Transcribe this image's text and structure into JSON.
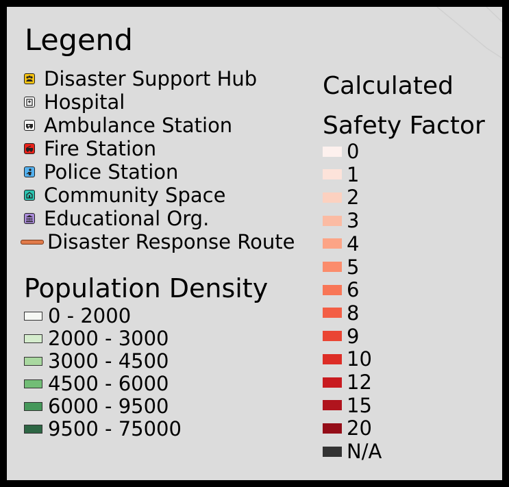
{
  "legend": {
    "title": "Legend",
    "poi_items": [
      {
        "label": "Disaster Support Hub",
        "icon": "support-hub-icon",
        "color": "#f5c211"
      },
      {
        "label": "Hospital",
        "icon": "hospital-icon",
        "color": "#f4f4f4"
      },
      {
        "label": "Ambulance Station",
        "icon": "ambulance-icon",
        "color": "#f4f4f4"
      },
      {
        "label": "Fire Station",
        "icon": "fire-truck-icon",
        "color": "#e8221a"
      },
      {
        "label": "Police Station",
        "icon": "police-icon",
        "color": "#52b0ef"
      },
      {
        "label": "Community Space",
        "icon": "community-icon",
        "color": "#2dc3b0"
      },
      {
        "label": "Educational Org.",
        "icon": "education-icon",
        "color": "#a98ad8"
      }
    ],
    "route": {
      "label": "Disaster Response Route",
      "color": "#e07a4a"
    }
  },
  "population_density": {
    "title": "Population Density",
    "classes": [
      {
        "label": "0 - 2000",
        "color": "#f6f8f4"
      },
      {
        "label": "2000 - 3000",
        "color": "#d5eccd"
      },
      {
        "label": "3000 - 4500",
        "color": "#a9d8a0"
      },
      {
        "label": "4500 - 6000",
        "color": "#72bd76"
      },
      {
        "label": "6000 - 9500",
        "color": "#45975a"
      },
      {
        "label": "9500 - 75000",
        "color": "#2d6644"
      }
    ]
  },
  "safety_factor": {
    "title_line1": "Calculated",
    "title_line2": "Safety Factor",
    "classes": [
      {
        "label": "0",
        "color": "#fdf1ee"
      },
      {
        "label": "1",
        "color": "#fde3da"
      },
      {
        "label": "2",
        "color": "#fcd1c0"
      },
      {
        "label": "3",
        "color": "#fbbba3"
      },
      {
        "label": "4",
        "color": "#fca486"
      },
      {
        "label": "5",
        "color": "#fb8c6c"
      },
      {
        "label": "6",
        "color": "#f87657"
      },
      {
        "label": "8",
        "color": "#f35e45"
      },
      {
        "label": "9",
        "color": "#ea4533"
      },
      {
        "label": "10",
        "color": "#dd2d26"
      },
      {
        "label": "12",
        "color": "#c81b20"
      },
      {
        "label": "15",
        "color": "#b0141d"
      },
      {
        "label": "20",
        "color": "#940d18"
      },
      {
        "label": "N/A",
        "color": "#333333"
      }
    ]
  }
}
